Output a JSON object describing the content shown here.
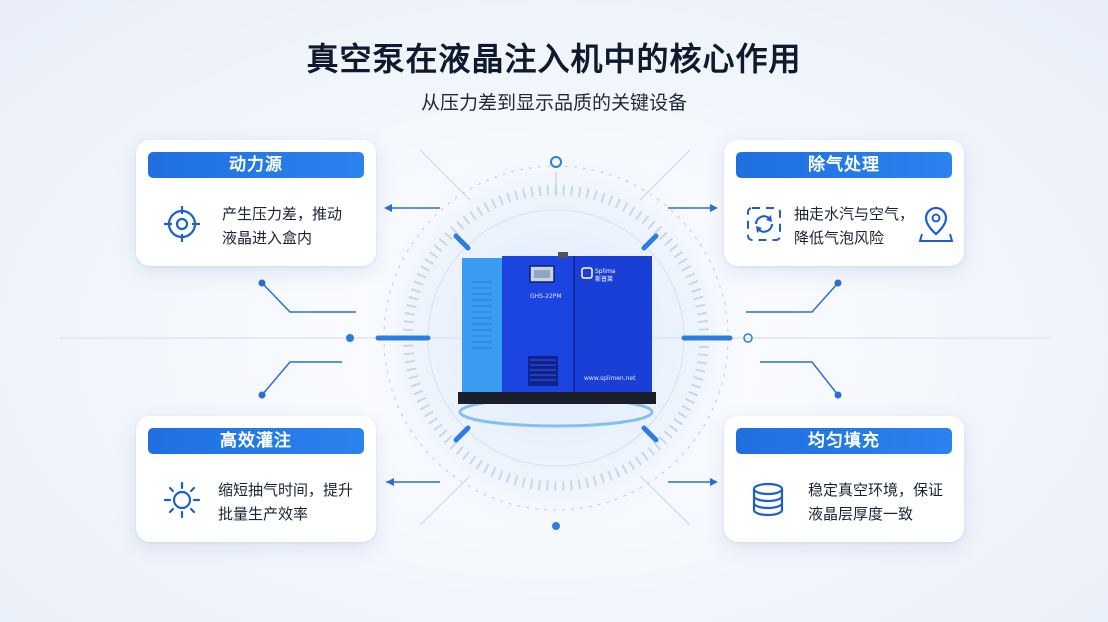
{
  "header": {
    "title": "真空泵在液晶注入机中的核心作用",
    "subtitle": "从压力差到显示品质的关键设备"
  },
  "cards": [
    {
      "title": "动力源",
      "lines": [
        "产生压力差，推动",
        "液晶进入盒内"
      ],
      "icon": "target-icon"
    },
    {
      "title": "除气处理",
      "lines": [
        "抽走水汽与空气，",
        "降低气泡风险"
      ],
      "icon": "refresh-cycle-icon",
      "icon2": "location-pin-icon"
    },
    {
      "title": "高效灌注",
      "lines": [
        "缩短抽气时间，提升",
        "批量生产效率"
      ],
      "icon": "sun-icon"
    },
    {
      "title": "均匀填充",
      "lines": [
        "稳定真空环境，保证",
        "液晶层厚度一致"
      ],
      "icon": "stack-layers-icon"
    }
  ],
  "machine": {
    "brand": "Splima",
    "brand_cn": "斯普莱",
    "model": "GHS-22PM",
    "website": "www.splimen.net"
  },
  "colors": {
    "accent": "#1f6fe0",
    "machine_blue": "#1a3fd6",
    "machine_dark": "#0f2aa8",
    "panel_light": "#3a9cf0"
  }
}
